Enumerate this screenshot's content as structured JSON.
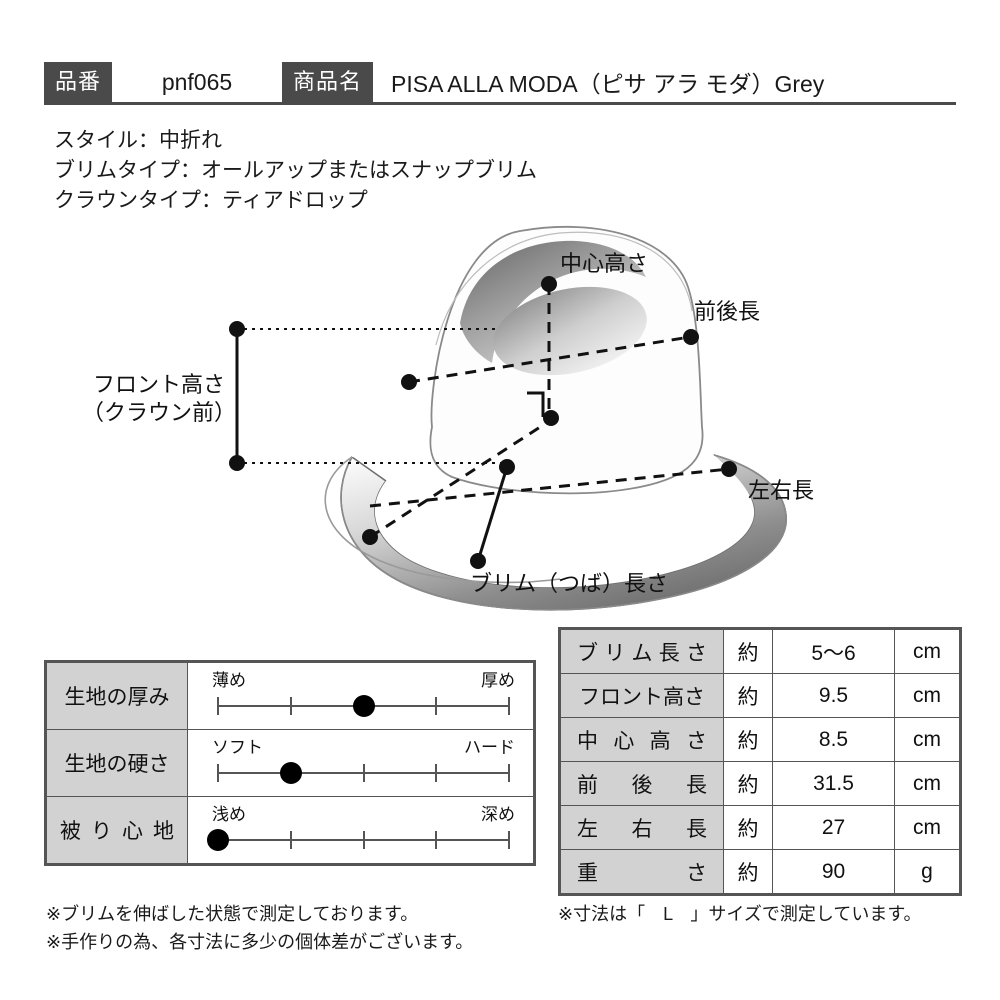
{
  "header": {
    "code_badge": "品番",
    "code_value": "pnf065",
    "name_badge": "商品名",
    "name_value": "PISA ALLA MODA（ピサ アラ モダ）Grey"
  },
  "specs": [
    "スタイル：中折れ",
    "ブリムタイプ：オールアップまたはスナップブリム",
    "クラウンタイプ：ティアドロップ"
  ],
  "diagram": {
    "labels": {
      "center_height": "中心高さ",
      "front_back_length": "前後長",
      "left_right_length": "左右長",
      "brim_length": "ブリム（つば）長さ",
      "front_height_line1": "フロント高さ",
      "front_height_line2": "（クラウン前）"
    }
  },
  "properties": {
    "rows": [
      {
        "name": "生地の厚み",
        "left_label": "薄め",
        "right_label": "厚め",
        "ticks": 5,
        "value_index": 2
      },
      {
        "name": "生地の硬さ",
        "left_label": "ソフト",
        "right_label": "ハード",
        "ticks": 5,
        "value_index": 1
      },
      {
        "name": "被り心地",
        "left_label": "浅め",
        "right_label": "深め",
        "ticks": 5,
        "value_index": 0
      }
    ]
  },
  "measurements": {
    "rows": [
      {
        "label": "ブリム長さ",
        "approx": "約",
        "value": "5〜6",
        "unit": "cm"
      },
      {
        "label": "フロント高さ",
        "approx": "約",
        "value": "9.5",
        "unit": "cm"
      },
      {
        "label": "中心高さ",
        "approx": "約",
        "value": "8.5",
        "unit": "cm"
      },
      {
        "label": "前後長",
        "approx": "約",
        "value": "31.5",
        "unit": "cm"
      },
      {
        "label": "左右長",
        "approx": "約",
        "value": "27",
        "unit": "cm"
      },
      {
        "label": "重さ",
        "approx": "約",
        "value": "90",
        "unit": "g"
      }
    ]
  },
  "notes": {
    "left": [
      "※ブリムを伸ばした状態で測定しております。",
      "※手作りの為、各寸法に多少の個体差がございます。"
    ],
    "right": [
      "※寸法は「　L　」サイズで測定しています。"
    ]
  },
  "colors": {
    "badge_bg": "#4a4a4a",
    "table_label_bg": "#d2d2d2",
    "border": "#555555",
    "text": "#1a1a1a"
  }
}
